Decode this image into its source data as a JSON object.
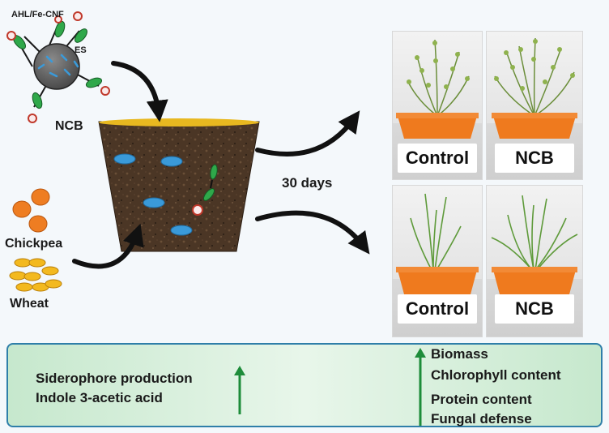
{
  "labels": {
    "coating": "AHL/Fe-CNF",
    "es": "ES",
    "ncb": "NCB",
    "chickpea": "Chickpea",
    "wheat": "Wheat",
    "duration": "30 days"
  },
  "photos": [
    {
      "label": "Control"
    },
    {
      "label": "NCB"
    },
    {
      "label": "Control"
    },
    {
      "label": "NCB"
    }
  ],
  "panel": {
    "left": [
      "Siderophore production",
      "Indole 3-acetic acid"
    ],
    "right": [
      "Biomass",
      "Chlorophyll content",
      "Protein content",
      "Fungal defense"
    ]
  },
  "colors": {
    "pot": "#ef7a1e",
    "soil": "#4b3625",
    "soil_rim": "#e8b820",
    "bead": "#3a9ad9",
    "bacteria": "#2fa84a",
    "up_arrow": "#1e8c3a",
    "panel_border": "#2f7fa9"
  }
}
